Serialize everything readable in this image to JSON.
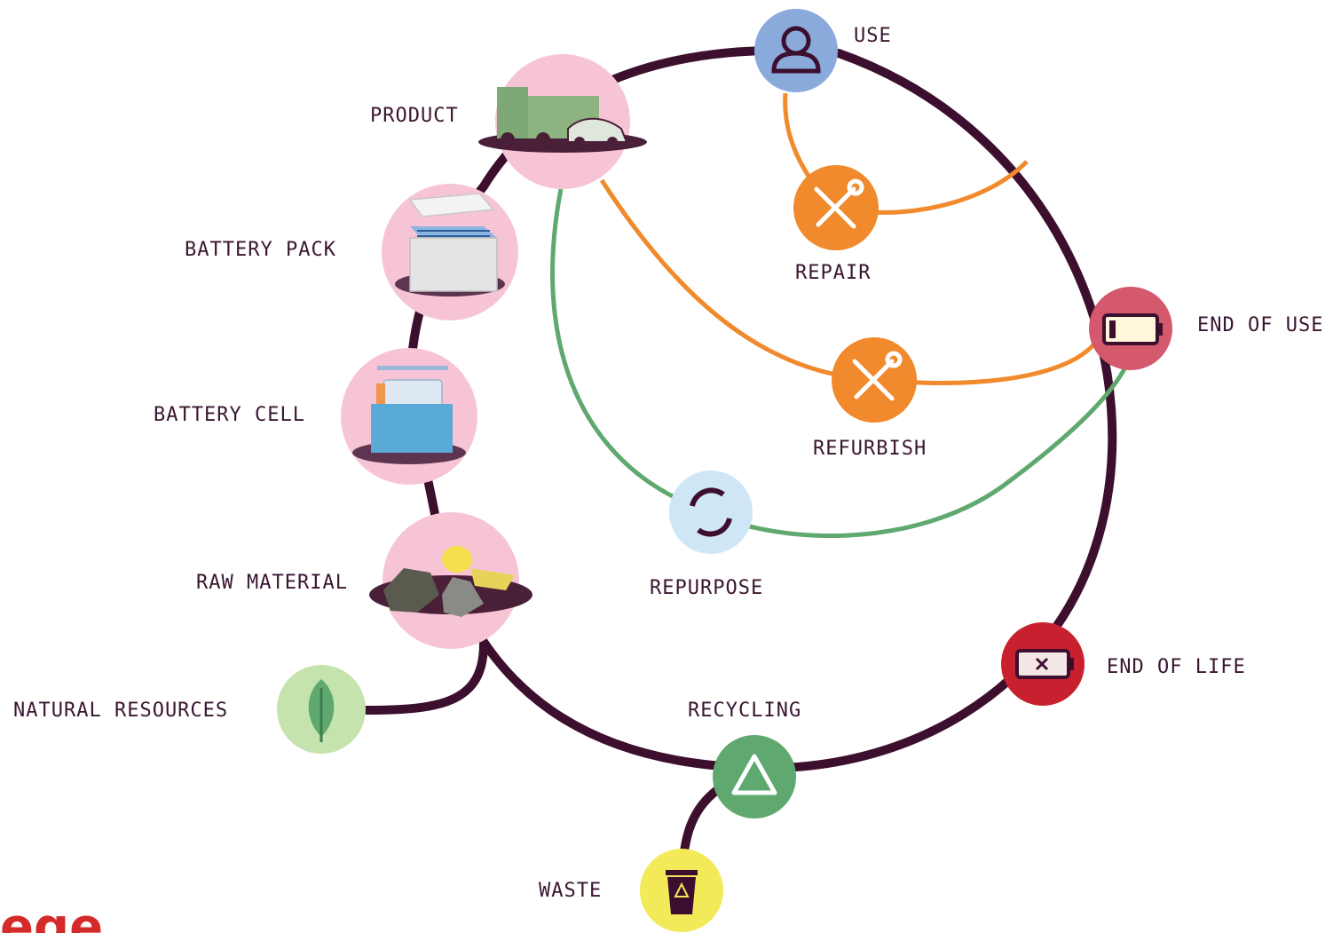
{
  "labels": {
    "use": "USE",
    "product": "PRODUCT",
    "battery_pack": "BATTERY PACK",
    "battery_cell": "BATTERY CELL",
    "raw_material": "RAW MATERIAL",
    "natural_resources": "NATURAL RESOURCES",
    "repair": "REPAIR",
    "refurbish": "REFURBISH",
    "repurpose": "REPURPOSE",
    "end_of_use": "END OF USE",
    "end_of_life": "END OF LIFE",
    "recycling": "RECYCLING",
    "waste": "WASTE"
  },
  "logo_text": "ege",
  "colors": {
    "main_loop": "#3d0f2e",
    "repair_path": "#f08a2c",
    "repurpose_path": "#5fa86f",
    "use": "#8aaadc",
    "stage_bg": "#f7c4d6",
    "repair": "#f08a2c",
    "repurpose": "#cfe6f7",
    "end_of_use": "#d4596d",
    "end_of_life": "#c8202e",
    "recycling": "#5fa86f",
    "waste": "#f2ea58",
    "natural_resources": "#c5e3ad",
    "logo": "#d42a2a"
  },
  "icons": {
    "use": "person-icon",
    "product": "vehicles-icon",
    "battery_pack": "battery-pack-icon",
    "battery_cell": "battery-cell-icon",
    "raw_material": "rocks-icon",
    "natural_resources": "leaf-icon",
    "repair": "tools-icon",
    "refurbish": "tools-icon",
    "repurpose": "cycle-arrows-icon",
    "end_of_use": "battery-low-icon",
    "end_of_life": "battery-dead-icon",
    "recycling": "recycle-icon",
    "waste": "trash-bin-icon"
  }
}
